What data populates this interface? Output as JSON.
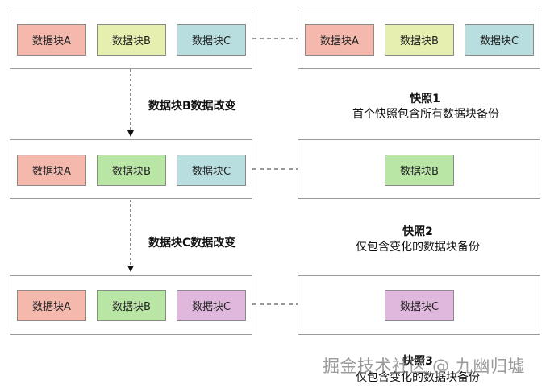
{
  "blocks": {
    "a": "数据块A",
    "b": "数据块B",
    "c": "数据块C"
  },
  "changes": {
    "b_changed": "数据块B数据改变",
    "c_changed": "数据块C数据改变"
  },
  "snapshots": [
    {
      "title": "快照1",
      "desc": "首个快照包含所有数据块备份"
    },
    {
      "title": "快照2",
      "desc": "仅包含变化的数据块备份"
    },
    {
      "title": "快照3",
      "desc": "仅包含变化的数据块备份"
    }
  ],
  "watermark": "掘金技术社区 @ 九幽归墟",
  "colors": {
    "block_a": "#f4b8ad",
    "block_b_original": "#e6efb0",
    "block_b_changed": "#b9e6a5",
    "block_c_original": "#b9dedf",
    "block_c_changed": "#e0b8dd",
    "border": "#9a9a9a"
  }
}
